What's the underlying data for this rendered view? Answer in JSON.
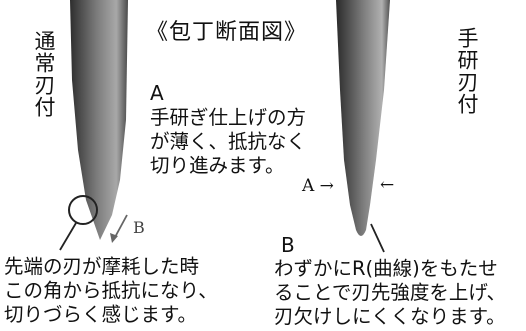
{
  "title": "《包丁断面図》",
  "left_vertical_label": "通常刃付",
  "right_vertical_label": "手研刃付",
  "note_a": {
    "letter": "A",
    "lines": [
      "手研ぎ仕上げの方",
      "が薄く、抵抗なく",
      "切り進みます。"
    ]
  },
  "note_left": {
    "arrow_letter": "B",
    "lines": [
      "先端の刃が摩耗した時",
      "この角から抵抗になり、",
      "切りづらく感じます。"
    ]
  },
  "note_right_b": {
    "letter": "B",
    "lines": [
      "わずかにR(曲線)をもたせ",
      "ることで刃先強度を上げ、",
      "刃欠けしにくくなります。"
    ]
  },
  "a_marker": {
    "left": "A →",
    "right": "←"
  },
  "colors": {
    "blade_dark": "#3a3a3a",
    "blade_light": "#9a9a9a",
    "text": "#111111"
  }
}
